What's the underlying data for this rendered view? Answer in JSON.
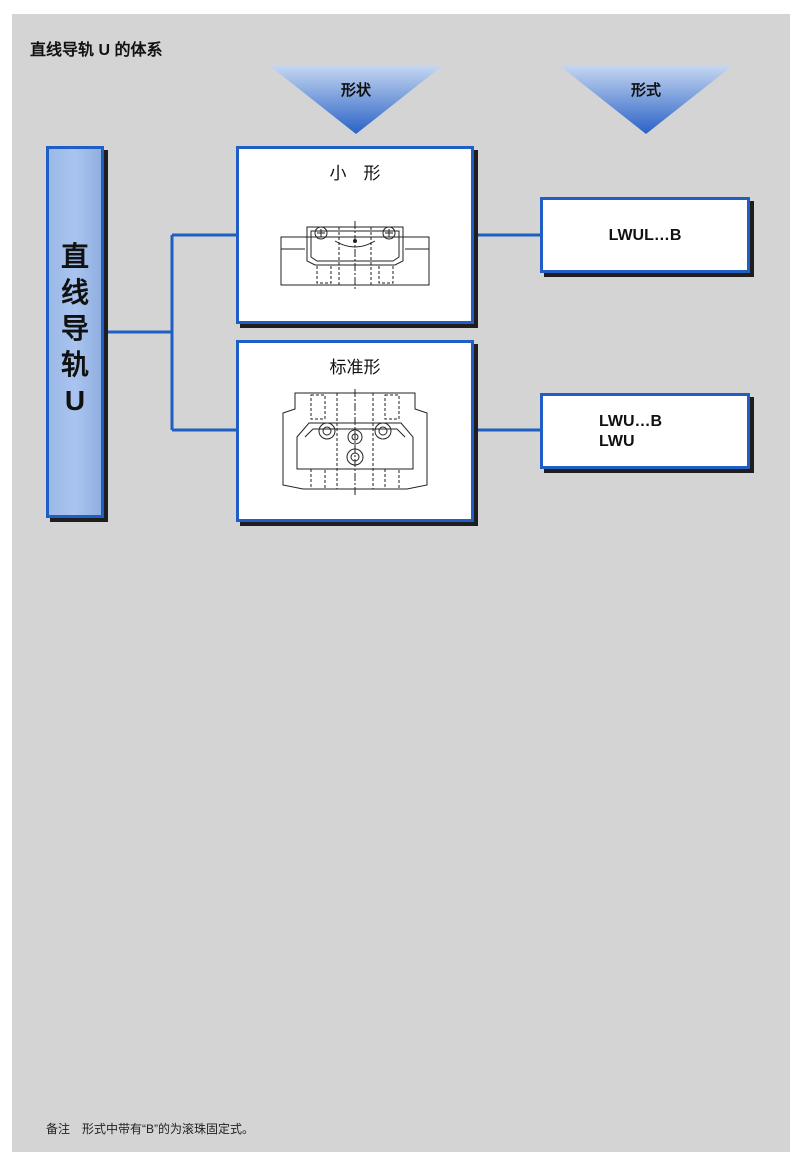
{
  "title": "直线导轨 U 的体系",
  "headers": {
    "shape": "形状",
    "form": "形式"
  },
  "root": {
    "label": "直线导轨\nU"
  },
  "shapes": [
    {
      "label": "小　形",
      "models": [
        "LWUL…B"
      ]
    },
    {
      "label": "标准形",
      "models": [
        "LWU…B",
        "LWU"
      ]
    }
  ],
  "footnote": "备注　形式中带有“B”的为滚珠固定式。",
  "colors": {
    "accent": "#1f5fc5",
    "panel": "#d4d4d4",
    "arrow_dark": "#2a62c6",
    "arrow_light": "#c4d6f1"
  }
}
